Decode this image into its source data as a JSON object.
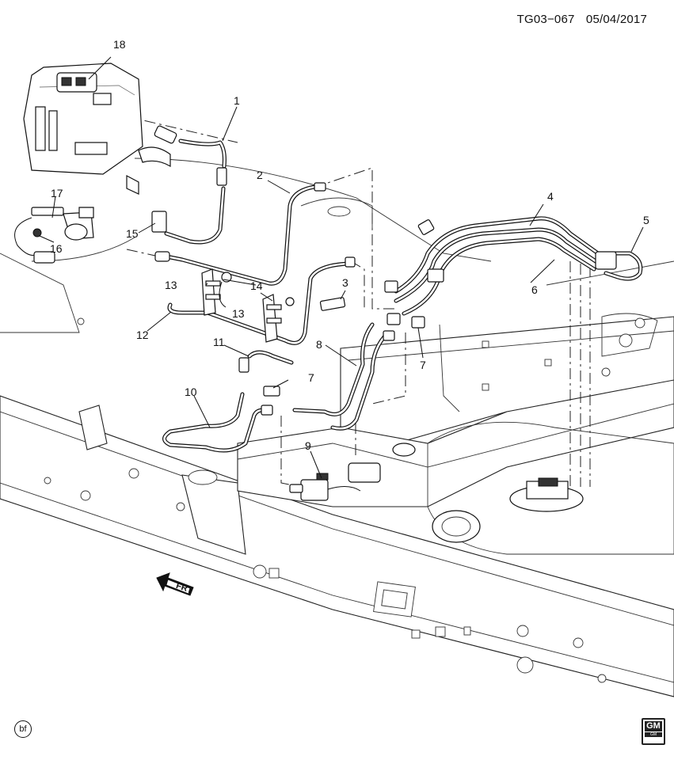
{
  "header": {
    "diagram_id": "TG03−067",
    "date": "05/04/2017"
  },
  "callouts": {
    "c1": "1",
    "c2": "2",
    "c3": "3",
    "c4": "4",
    "c5": "5",
    "c6": "6",
    "c7a": "7",
    "c7b": "7",
    "c8": "8",
    "c9": "9",
    "c10": "10",
    "c11": "11",
    "c12": "12",
    "c13a": "13",
    "c13b": "13",
    "c14": "14",
    "c15": "15",
    "c16": "16",
    "c17": "17",
    "c18": "18"
  },
  "footer": {
    "bf_mark": "bf",
    "gm_logo": "GM",
    "gm_sub": "GM"
  },
  "front_arrow": {
    "label": "FRT"
  }
}
